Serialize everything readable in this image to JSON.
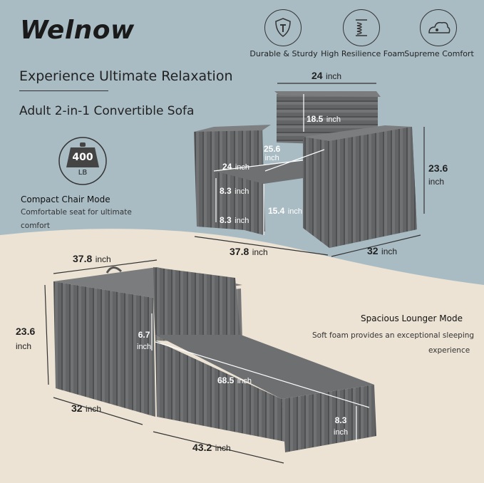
{
  "brand": "Welnow",
  "headline": "Experience Ultimate Relaxation",
  "subheadline": "Adult 2-in-1 Convertible Sofa",
  "weight": {
    "value": "400",
    "unit": "LB"
  },
  "features": [
    {
      "icon": "shield-hammer-icon",
      "label": "Durable & Sturdy"
    },
    {
      "icon": "spring-icon",
      "label": "High Resilience Foam"
    },
    {
      "icon": "cloud-person-icon",
      "label": "Supreme Comfort"
    }
  ],
  "chair_mode": {
    "title": "Compact Chair Mode",
    "description_line1": "Comfortable seat for ultimate",
    "description_line2": "comfort"
  },
  "lounger_mode": {
    "title": "Spacious Lounger Mode",
    "description_line1": "Soft foam provides an exceptional sleeping",
    "description_line2": "experience"
  },
  "unit": "inch",
  "chair_dims": {
    "top_width": "24",
    "back_height": "18.5",
    "seat_depth": "25.6",
    "seat_width": "24",
    "arm_upper": "8.3",
    "arm_lower": "8.3",
    "seat_height": "15.4",
    "total_height": "23.6",
    "total_width": "37.8",
    "total_depth": "32"
  },
  "lounger_dims": {
    "top_width": "37.8",
    "height": "23.6",
    "depth": "32",
    "total_length": "43.2",
    "bed_length": "68.5",
    "seat_height": "6.7",
    "end_height": "8.3"
  },
  "colors": {
    "top_bg": "#a9bcc4",
    "bottom_bg": "#ece3d4",
    "sofa": "#5f6163",
    "sofa_dark": "#4a4c4e",
    "sofa_light": "#78797b"
  }
}
